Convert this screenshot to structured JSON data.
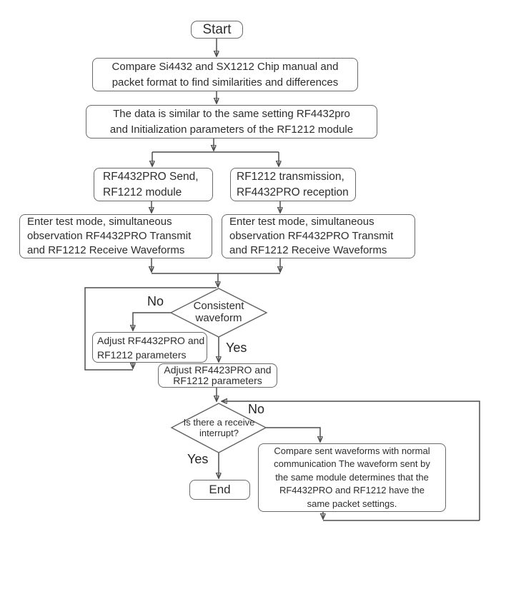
{
  "diagram": {
    "type": "flowchart",
    "colors": {
      "background": "#ffffff",
      "line": "#4d4d4d",
      "arrowhead": "#3d3d3d",
      "box_border": "#6a6a6a",
      "text": "#2d2d2d"
    },
    "nodes": {
      "start": {
        "shape": "rounded-rect",
        "lines": [
          "Start"
        ]
      },
      "compare_chips": {
        "shape": "rounded-rect",
        "lines": [
          "Compare Si4432 and SX1212 Chip manual and",
          "packet format to find similarities and differences"
        ]
      },
      "init_params": {
        "shape": "rounded-rect",
        "lines": [
          "The data is similar to the same setting RF4432pro",
          "and Initialization parameters of the RF1212 module"
        ]
      },
      "rf4432_send": {
        "shape": "rounded-rect",
        "lines": [
          "RF4432PRO Send,",
          "RF1212 module"
        ]
      },
      "rf1212_send": {
        "shape": "rounded-rect",
        "lines": [
          "RF1212 transmission,",
          "RF4432PRO reception"
        ]
      },
      "test_mode_left": {
        "shape": "rounded-rect",
        "lines": [
          "Enter test mode, simultaneous",
          "observation RF4432PRO Transmit",
          "and RF1212 Receive Waveforms"
        ]
      },
      "test_mode_right": {
        "shape": "rounded-rect",
        "lines": [
          "Enter test mode, simultaneous",
          "observation RF4432PRO Transmit",
          "and RF1212 Receive Waveforms"
        ]
      },
      "consistent_waveform": {
        "shape": "diamond",
        "lines": [
          "Consistent",
          "waveform"
        ]
      },
      "adjust_left": {
        "shape": "rounded-rect",
        "lines": [
          "Adjust RF4432PRO and",
          "RF1212 parameters"
        ]
      },
      "adjust_center": {
        "shape": "rounded-rect",
        "lines": [
          "Adjust RF4423PRO and",
          "RF1212 parameters"
        ]
      },
      "receive_interrupt": {
        "shape": "diamond",
        "lines": [
          "Is there a receive",
          "interrupt?"
        ]
      },
      "compare_waveforms": {
        "shape": "rounded-rect",
        "lines": [
          "Compare sent waveforms with normal",
          "communication The waveform sent by",
          "the same module determines that the",
          "RF4432PRO and RF1212 have the",
          "same packet settings."
        ]
      },
      "end": {
        "shape": "rounded-rect",
        "lines": [
          "End"
        ]
      }
    },
    "edge_labels": {
      "no1": "No",
      "yes1": "Yes",
      "no2": "No",
      "yes2": "Yes"
    }
  }
}
